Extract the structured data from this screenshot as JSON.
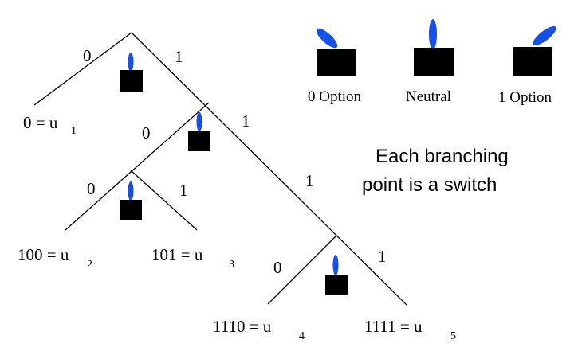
{
  "edge_labels": {
    "root_left": "0",
    "root_right": "1",
    "n1_left": "0",
    "n1_right": "1",
    "n2_left": "0",
    "n2_right": "1",
    "n1_long_right": "1",
    "n3_left": "0",
    "n3_right": "1"
  },
  "leaves": {
    "u1": {
      "lhs": "0 = u",
      "sub": "1"
    },
    "u2": {
      "lhs": "100 = u",
      "sub": "2"
    },
    "u3": {
      "lhs": "101 = u",
      "sub": "3"
    },
    "u4": {
      "lhs": "1110 = u",
      "sub": "4"
    },
    "u5": {
      "lhs": "1111 = u",
      "sub": "5"
    }
  },
  "legend": {
    "zero_option": "0 Option",
    "neutral": "Neutral",
    "one_option": "1 Option"
  },
  "note": {
    "line1": "Each branching",
    "line2": "point is a switch"
  },
  "colors": {
    "lever": "#1550e8",
    "box": "#000000",
    "line": "#000000"
  }
}
